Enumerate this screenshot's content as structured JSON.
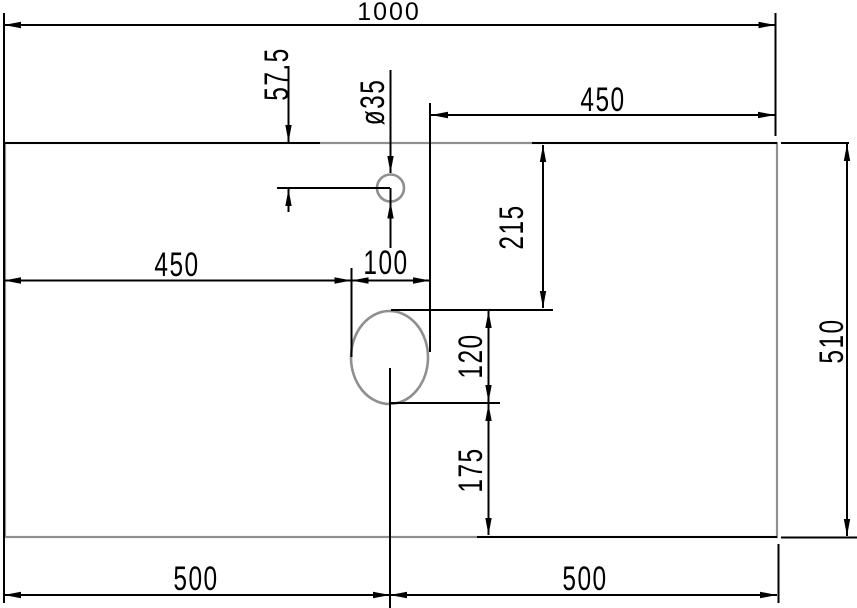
{
  "drawing": {
    "type": "technical-dimension-drawing",
    "dimensions": {
      "overall_width": "1000",
      "overall_height": "510",
      "faucet_from_top": "57.5",
      "faucet_diameter": "ø35",
      "right_edge_to_drain": "450",
      "drain_from_top": "215",
      "left_edge_to_drain": "450",
      "drain_cutout_width": "100",
      "drain_cutout_height": "120",
      "drain_to_bottom": "175",
      "bottom_left_half": "500",
      "bottom_right_half": "500"
    },
    "colors": {
      "panel_outline": "#8f8f8f",
      "dimension_lines": "#000000",
      "background": "#ffffff"
    }
  }
}
